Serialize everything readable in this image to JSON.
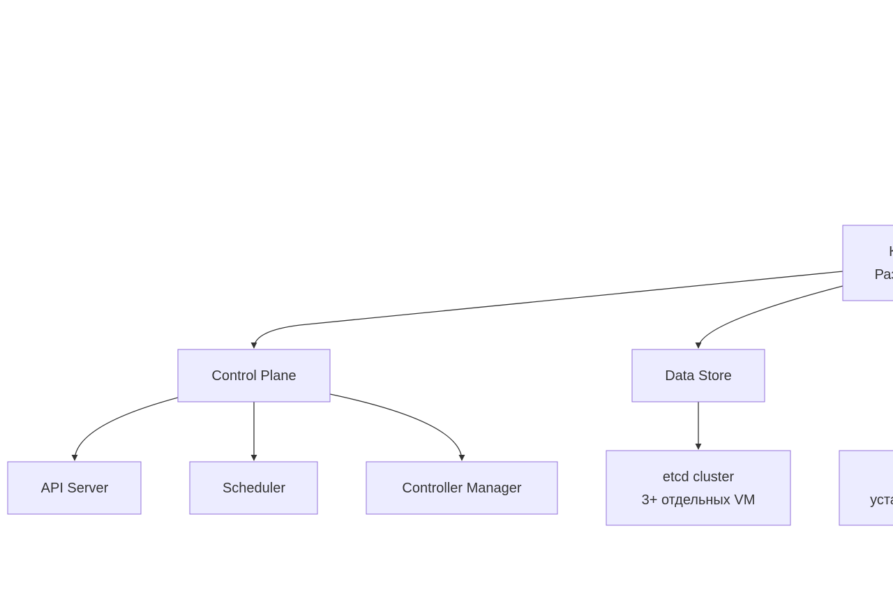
{
  "diagram": {
    "nodes": {
      "root": {
        "lines": [
          "К",
          "Раз"
        ]
      },
      "control_plane": {
        "label": "Control Plane"
      },
      "data_store": {
        "label": "Data Store"
      },
      "api_server": {
        "label": "API Server"
      },
      "scheduler": {
        "label": "Scheduler"
      },
      "controller_manager": {
        "label": "Controller Manager"
      },
      "etcd": {
        "lines": [
          "etcd cluster",
          "3+ отдельных VM"
        ]
      },
      "right_partial": {
        "lines": [
          "уста"
        ]
      }
    },
    "edges": [
      {
        "from": "root",
        "to": "control_plane"
      },
      {
        "from": "root",
        "to": "data_store"
      },
      {
        "from": "control_plane",
        "to": "api_server"
      },
      {
        "from": "control_plane",
        "to": "scheduler"
      },
      {
        "from": "control_plane",
        "to": "controller_manager"
      },
      {
        "from": "data_store",
        "to": "etcd"
      }
    ],
    "colors": {
      "node_fill": "#ececff",
      "node_stroke": "#9370db",
      "edge": "#333333",
      "text": "#333333"
    }
  }
}
